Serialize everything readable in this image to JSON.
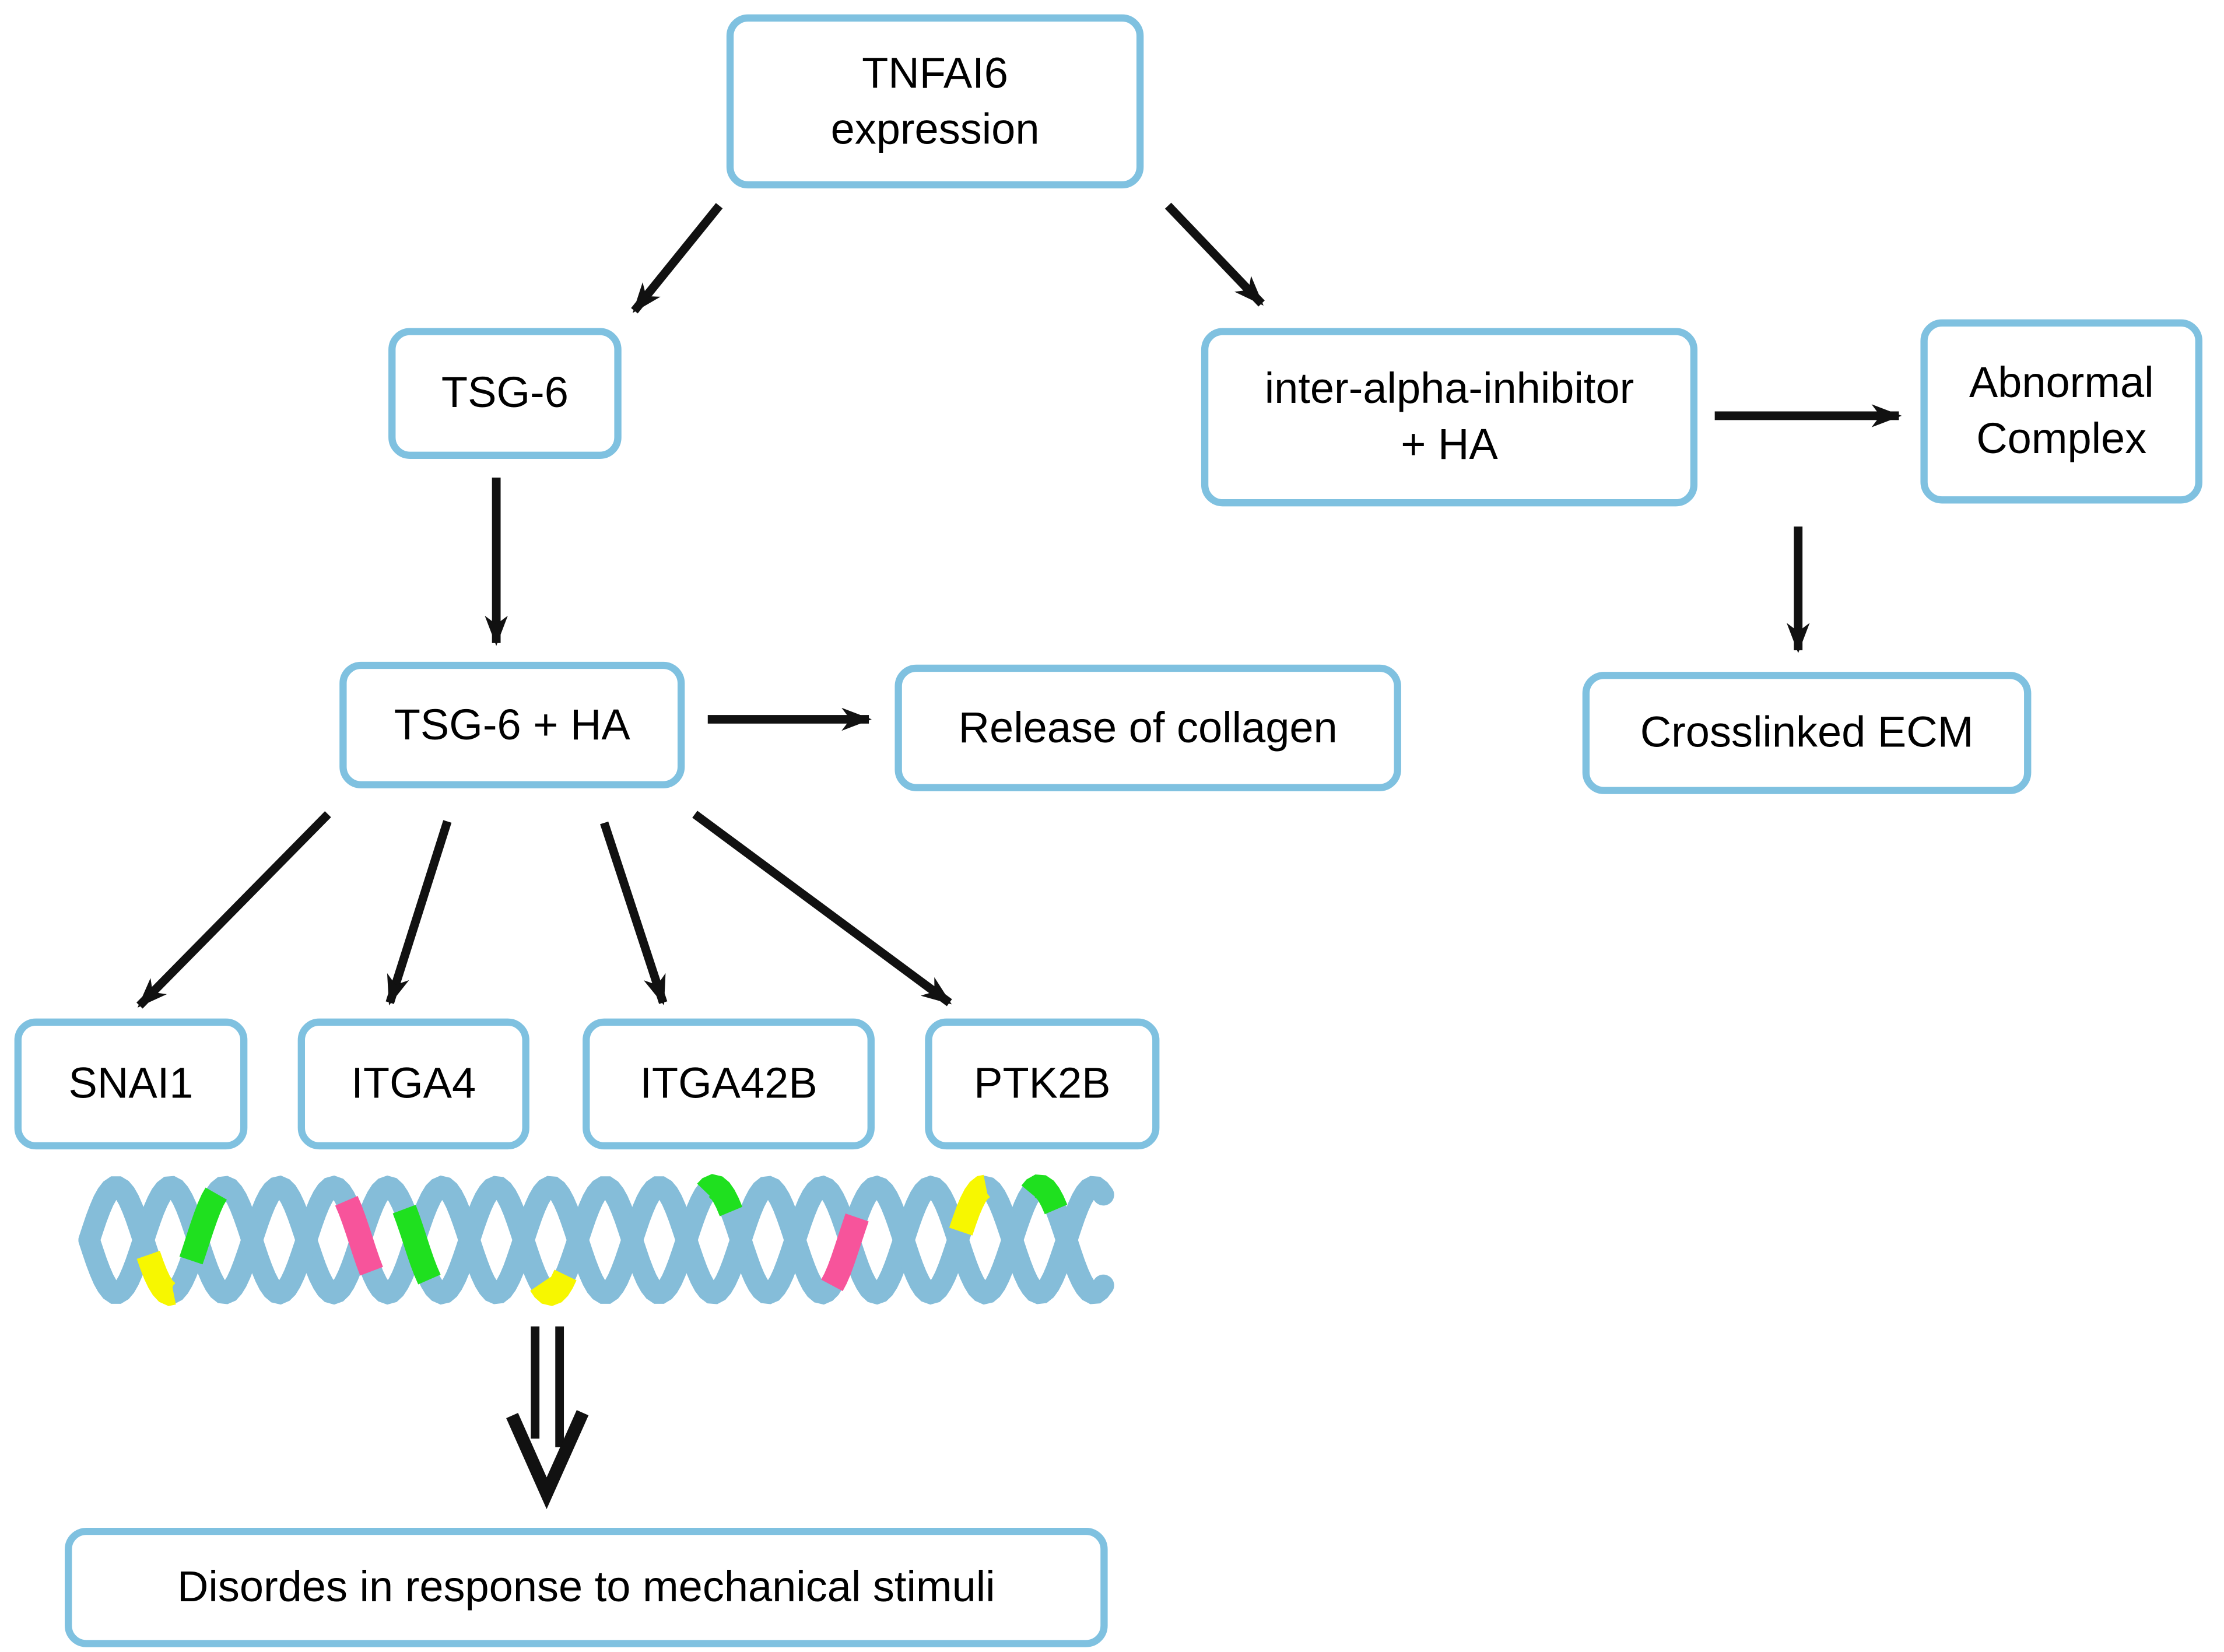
{
  "figure": {
    "type": "flow-diagram",
    "background": "#ffffff"
  },
  "nodes": {
    "tnfai6": "TNFAI6\nexpression",
    "tsg6": "TSG-6",
    "iai_ha": "inter-alpha-inhibitor\n+ HA",
    "abnormal": "Abnormal\nComplex",
    "tsg6_ha": "TSG-6 + HA",
    "release": "Release of collagen",
    "ecm": "Crosslinked ECM",
    "snai1": "SNAI1",
    "itga4": "ITGA4",
    "itga42b": "ITGA42B",
    "ptk2b": "PTK2B",
    "disordes": "Disordes in response to mechanical stimuli"
  },
  "edges": {
    "e1": {
      "from": "tnfai6-expression",
      "to": "tsg6",
      "style": "arrow"
    },
    "e2": {
      "from": "tnfai6-expression",
      "to": "inter-alpha-inhibitor-ha",
      "style": "arrow"
    },
    "e3": {
      "from": "tsg6",
      "to": "tsg6-ha",
      "style": "arrow"
    },
    "e4": {
      "from": "inter-alpha-inhibitor-ha",
      "to": "abnormal-complex",
      "style": "arrow"
    },
    "e5": {
      "from": "abnormal-complex",
      "to": "crosslinked-ecm",
      "style": "arrow"
    },
    "e6": {
      "from": "tsg6-ha",
      "to": "release-of-collagen",
      "style": "arrow"
    },
    "e7a": {
      "from": "tsg6-ha",
      "to": "snai1",
      "style": "arrow"
    },
    "e7b": {
      "from": "tsg6-ha",
      "to": "itga4",
      "style": "arrow"
    },
    "e7c": {
      "from": "tsg6-ha",
      "to": "itga42b",
      "style": "arrow"
    },
    "e7d": {
      "from": "tsg6-ha",
      "to": "ptk2b",
      "style": "arrow"
    },
    "e8": {
      "from": "dna-helix",
      "to": "disordes-box",
      "style": "double-outline-arrow"
    }
  },
  "colors": {
    "box_border": "#7fc1e0",
    "box_fill": "#ffffff",
    "text": "#000000",
    "arrow": "#111111",
    "helix": "#85bdd9",
    "marker_green": "#1fe01f",
    "marker_yellow": "#f7f700",
    "marker_pink": "#f7549b"
  },
  "helix_markers": [
    {
      "color": "yellow",
      "position": "bottom",
      "x_fraction": 0.071
    },
    {
      "color": "green",
      "position": "top",
      "x_fraction": 0.113
    },
    {
      "color": "pink",
      "position": "top",
      "x_fraction": 0.266
    },
    {
      "color": "green",
      "position": "bottom",
      "x_fraction": 0.323
    },
    {
      "color": "yellow",
      "position": "bottom",
      "x_fraction": 0.457
    },
    {
      "color": "green",
      "position": "top",
      "x_fraction": 0.62
    },
    {
      "color": "pink",
      "position": "bottom",
      "x_fraction": 0.744
    },
    {
      "color": "yellow",
      "position": "top",
      "x_fraction": 0.871
    },
    {
      "color": "green",
      "position": "top",
      "x_fraction": 0.94
    }
  ]
}
